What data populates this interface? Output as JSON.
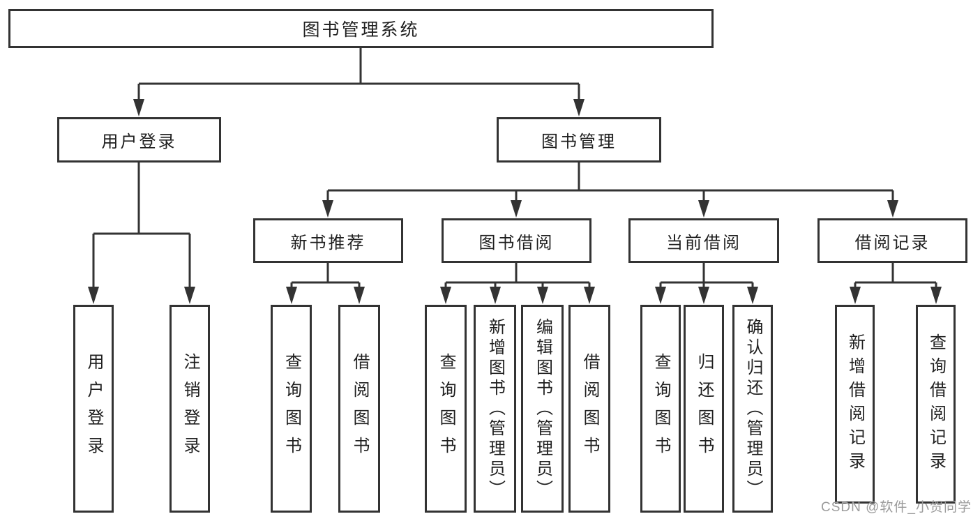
{
  "tree": {
    "label": "图书管理系统",
    "children": [
      {
        "label": "用户登录",
        "children": [
          {
            "label": "用户登录"
          },
          {
            "label": "注销登录"
          }
        ]
      },
      {
        "label": "图书管理",
        "children": [
          {
            "label": "新书推荐",
            "children": [
              {
                "label": "查询图书"
              },
              {
                "label": "借阅图书"
              }
            ]
          },
          {
            "label": "图书借阅",
            "children": [
              {
                "label": "查询图书"
              },
              {
                "label": "新增图书（管理员）"
              },
              {
                "label": "编辑图书（管理员）"
              },
              {
                "label": "借阅图书"
              }
            ]
          },
          {
            "label": "当前借阅",
            "children": [
              {
                "label": "查询图书"
              },
              {
                "label": "归还图书"
              },
              {
                "label": "确认归还（管理员）"
              }
            ]
          },
          {
            "label": "借阅记录",
            "children": [
              {
                "label": "新增借阅记录"
              },
              {
                "label": "查询借阅记录"
              }
            ]
          }
        ]
      }
    ]
  },
  "watermark": {
    "text": "CSDN @软件_小贺同学"
  },
  "colors": {
    "line": "#333333",
    "node_background": "#ffffff",
    "node_text": "#1f1f1f",
    "watermark": "#9b9b9b"
  }
}
